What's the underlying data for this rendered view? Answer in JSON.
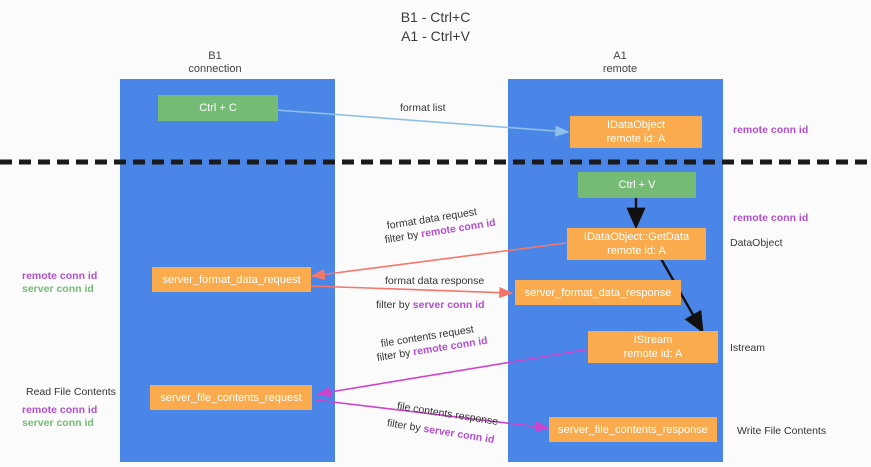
{
  "title": "B1 - Ctrl+C\nA1 - Ctrl+V",
  "columns": [
    {
      "name": "b1",
      "head": "B1\nconnection"
    },
    {
      "name": "a1",
      "head": "A1\nremote"
    }
  ],
  "nodes": {
    "ctrl_c": "Ctrl + C",
    "idataobject": "IDataObject\nremote id: A",
    "ctrl_v": "Ctrl + V",
    "getdata": "IDataObject::GetData\nremote id: A",
    "format_req": "server_format_data_request",
    "format_resp": "server_format_data_response",
    "istream": "IStream\nremote id: A",
    "file_req": "server_file_contents_request",
    "file_resp": "server_file_contents_response"
  },
  "edges": {
    "format_list": "format list",
    "format_data_request": "format data request",
    "format_data_request_filter_pre": "filter by ",
    "format_data_request_filter_key": "remote conn id",
    "format_data_response": "format data response",
    "format_data_response_filter_pre": "filter by ",
    "format_data_response_filter_key": "server conn id",
    "file_contents_request": "file contents request",
    "file_contents_request_filter_pre": "filter by ",
    "file_contents_request_filter_key": "remote conn id",
    "file_contents_response": "file contents response",
    "file_contents_response_filter_pre": "filter by ",
    "file_contents_response_filter_key": "server conn id"
  },
  "right_labels": {
    "remote_conn_id_top": "remote conn id",
    "remote_conn_id_mid": "remote conn id",
    "dataobject": "DataObject",
    "istream": "Istream",
    "write_file_contents": "Write File Contents"
  },
  "left_labels": {
    "remote_conn_id": "remote conn id",
    "server_conn_id": "server conn id",
    "read_file_contents": "Read File Contents",
    "remote_conn_id_2": "remote conn id",
    "server_conn_id_2": "server conn id"
  },
  "colors": {
    "column": "#4a86e8",
    "orange": "#f9ab4e",
    "green": "#76bb75",
    "purple": "#b24fd0",
    "arrow_light_blue": "#8fc0ea",
    "arrow_red": "#f4776a",
    "arrow_magenta": "#cc44cc",
    "arrow_black": "#111111",
    "divider": "#1a1a1a"
  }
}
